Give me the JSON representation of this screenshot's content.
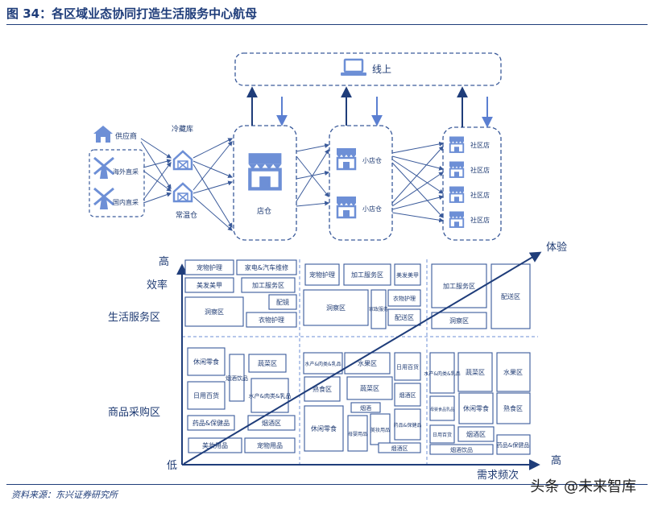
{
  "header": {
    "title": "图 34：各区域业态协同打造生活服务中心航母"
  },
  "footer": {
    "source": "资料来源：东兴证券研究所",
    "watermark": "头条 @未来智库"
  },
  "top": {
    "online": "线上",
    "supplier": "供应商",
    "overseas": "海外直采",
    "domestic": "国内直采",
    "cold": "冷藏库",
    "normal": "常温仓",
    "store": "店仓",
    "small": [
      "小店仓",
      "小店仓"
    ],
    "community": [
      "社区店",
      "社区店",
      "社区店",
      "社区店"
    ]
  },
  "matrix": {
    "y_high": "高",
    "y_title": "效率",
    "y_low": "低",
    "x_high": "高",
    "x_title": "需求频次",
    "exp": "体验",
    "row_service": "生活服务区",
    "row_goods": "商品采购区",
    "c1": {
      "s": [
        "宠物护理",
        "家电&汽车维修",
        "美发美甲",
        "加工服务区",
        "配镜",
        "洞察区",
        "衣物护理"
      ],
      "g": [
        "休闲零食",
        "烟酒饮品",
        "蔬菜区",
        "日用百货",
        "水产&肉类&乳品",
        "药品&保健品",
        "烟酒区",
        "美妆用品",
        "宠物用品"
      ]
    },
    "c2": {
      "s": [
        "宠物护理",
        "加工服务区",
        "美发美甲",
        "洞察区",
        "家政服务",
        "衣物护理",
        "配送区"
      ],
      "g": [
        "水产&肉类&乳品",
        "水果区",
        "日用百货",
        "熟食区",
        "蔬菜区",
        "烟酒区",
        "烟酒",
        "休闲零食",
        "母婴用品",
        "美妆用品",
        "药品&保健品",
        "烟酒区"
      ]
    },
    "c3": {
      "s": [
        "加工服务区",
        "配送区",
        "洞察区"
      ],
      "g": [
        "水产&肉类&乳品",
        "蔬菜区",
        "水果区",
        "母婴食品乳品",
        "休闲零食",
        "熟食区",
        "日用百货",
        "烟酒区",
        "药品&保健品",
        "烟酒饮品"
      ]
    }
  }
}
